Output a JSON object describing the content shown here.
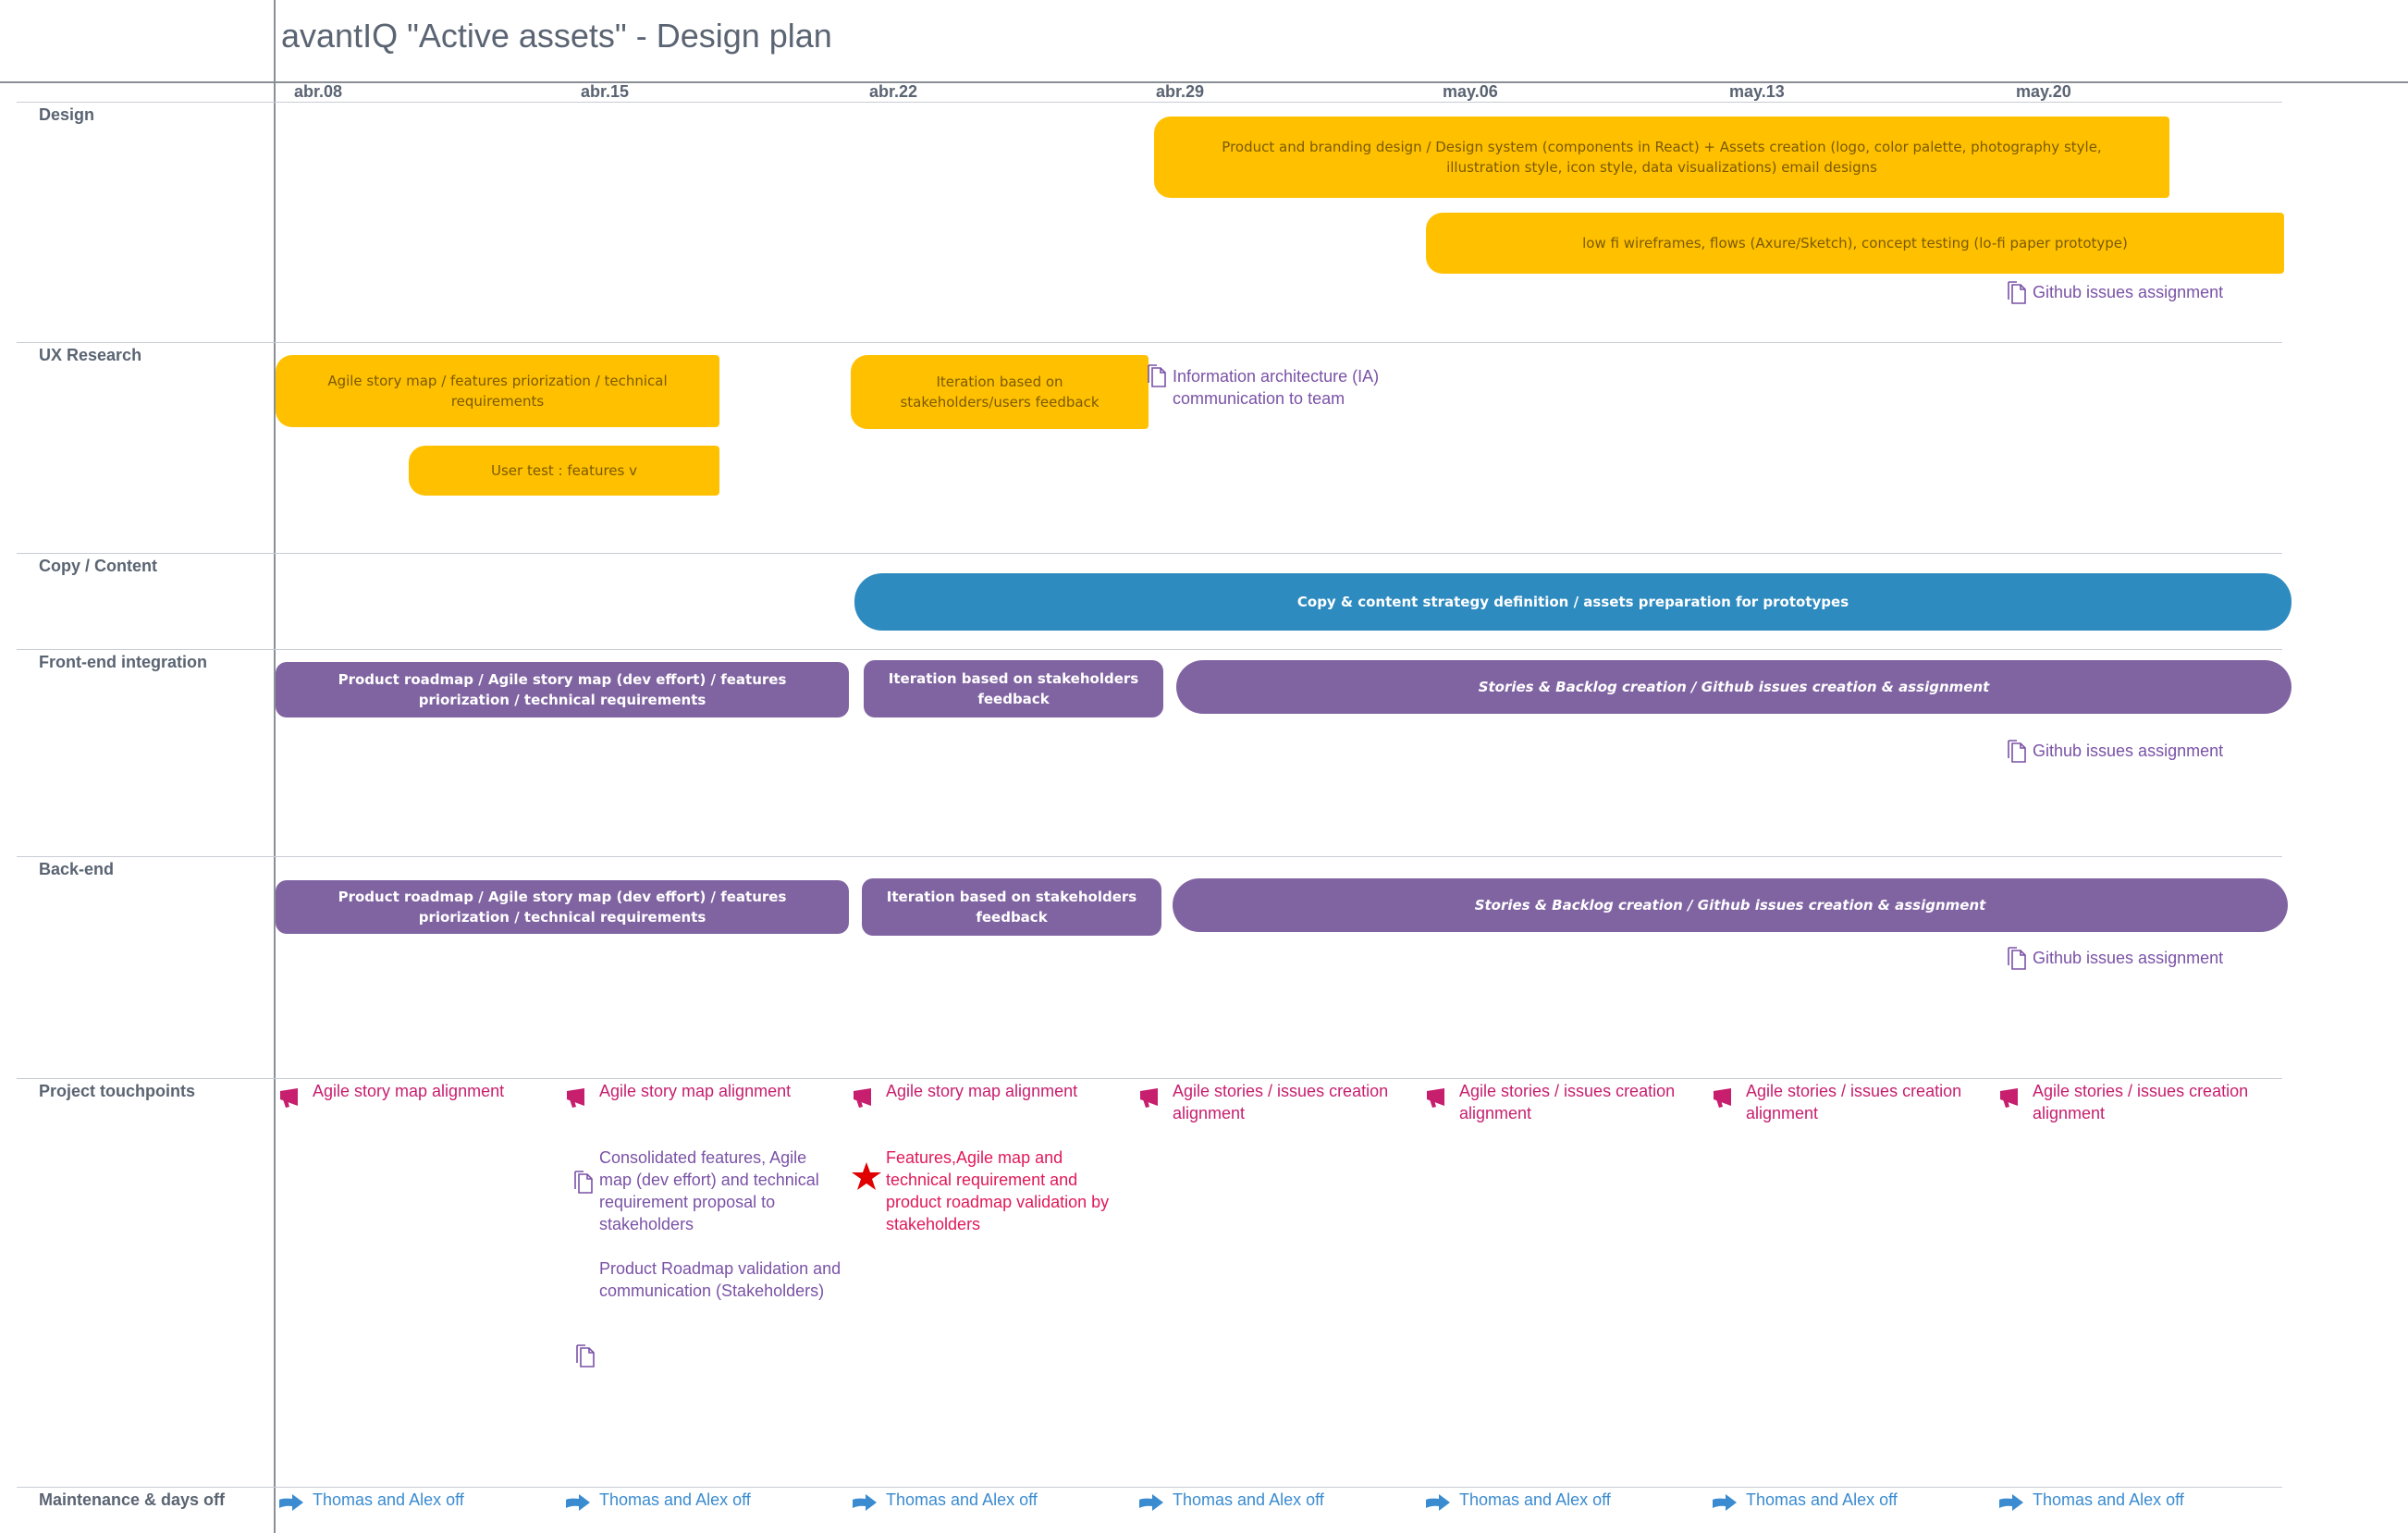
{
  "title": "avantIQ \"Active assets\" -  Design plan",
  "timeline": {
    "dates": [
      "abr.08",
      "abr.15",
      "abr.22",
      "abr.29",
      "may.06",
      "may.13",
      "may.20"
    ]
  },
  "rows": {
    "design": "Design",
    "ux_research": "UX Research",
    "copy_content": "Copy / Content",
    "front_end": "Front-end integration",
    "back_end": "Back-end",
    "touchpoints": "Project touchpoints",
    "maintenance": "Maintenance & days off"
  },
  "design": {
    "bar1": "Product and branding design / Design system (components in React) + Assets creation (logo, color palette, photography style, illustration style, icon style, data visualizations) email designs",
    "bar2": "low fi wireframes, flows (Axure/Sketch), concept testing (lo-fi paper prototype)",
    "github_note": "Github issues assignment"
  },
  "ux": {
    "bar1": "Agile story map / features priorization / technical requirements",
    "bar2": "User test : features v",
    "bar3": "Iteration based on stakeholders/users feedback",
    "ia_note": "Information architecture (IA) communication to team"
  },
  "copy": {
    "bar1": "Copy & content strategy definition / assets preparation for prototypes"
  },
  "frontend": {
    "bar1": "Product roadmap /  Agile story map (dev effort)  / features priorization / technical requirements",
    "bar2": "Iteration based on stakeholders feedback",
    "bar3": "Stories & Backlog creation / Github issues creation & assignment",
    "github_note": "Github issues assignment"
  },
  "backend": {
    "bar1": "Product roadmap /  Agile story map (dev effort) / features priorization / technical requirements",
    "bar2": "Iteration based on stakeholders feedback",
    "bar3": "Stories & Backlog creation / Github issues creation & assignment",
    "github_note": "Github issues assignment"
  },
  "touchpoints": {
    "w1": "Agile story map alignment",
    "w2": "Agile story map alignment",
    "w3": "Agile story map alignment",
    "w4": "Agile stories / issues creation alignment",
    "w5": "Agile stories / issues creation alignment",
    "w6": "Agile stories / issues creation alignment",
    "w7": "Agile stories / issues creation alignment",
    "consolidated": "Consolidated features, Agile map (dev effort) and technical requirement proposal to stakeholders",
    "roadmap_validation": "Product Roadmap validation and communication (Stakeholders)",
    "milestone": "Features,Agile map and technical requirement and product roadmap validation by stakeholders"
  },
  "maintenance": {
    "w1": "Thomas and Alex off",
    "w2": "Thomas and Alex off",
    "w3": "Thomas and Alex off",
    "w4": "Thomas and Alex off",
    "w5": "Thomas and Alex off",
    "w6": "Thomas and Alex off",
    "w7": "Thomas and Alex off"
  },
  "colors": {
    "design_bar": "#ffc000",
    "dev_bar": "#8064a2",
    "copy_bar": "#2e8bc0",
    "alert_text": "#c71e6e",
    "note_text": "#7a52a6",
    "off_text": "#3a8bd0"
  },
  "icons": {
    "note": "document-icon",
    "alert": "megaphone-icon",
    "milestone": "star-icon",
    "off": "arrow-right-icon"
  }
}
